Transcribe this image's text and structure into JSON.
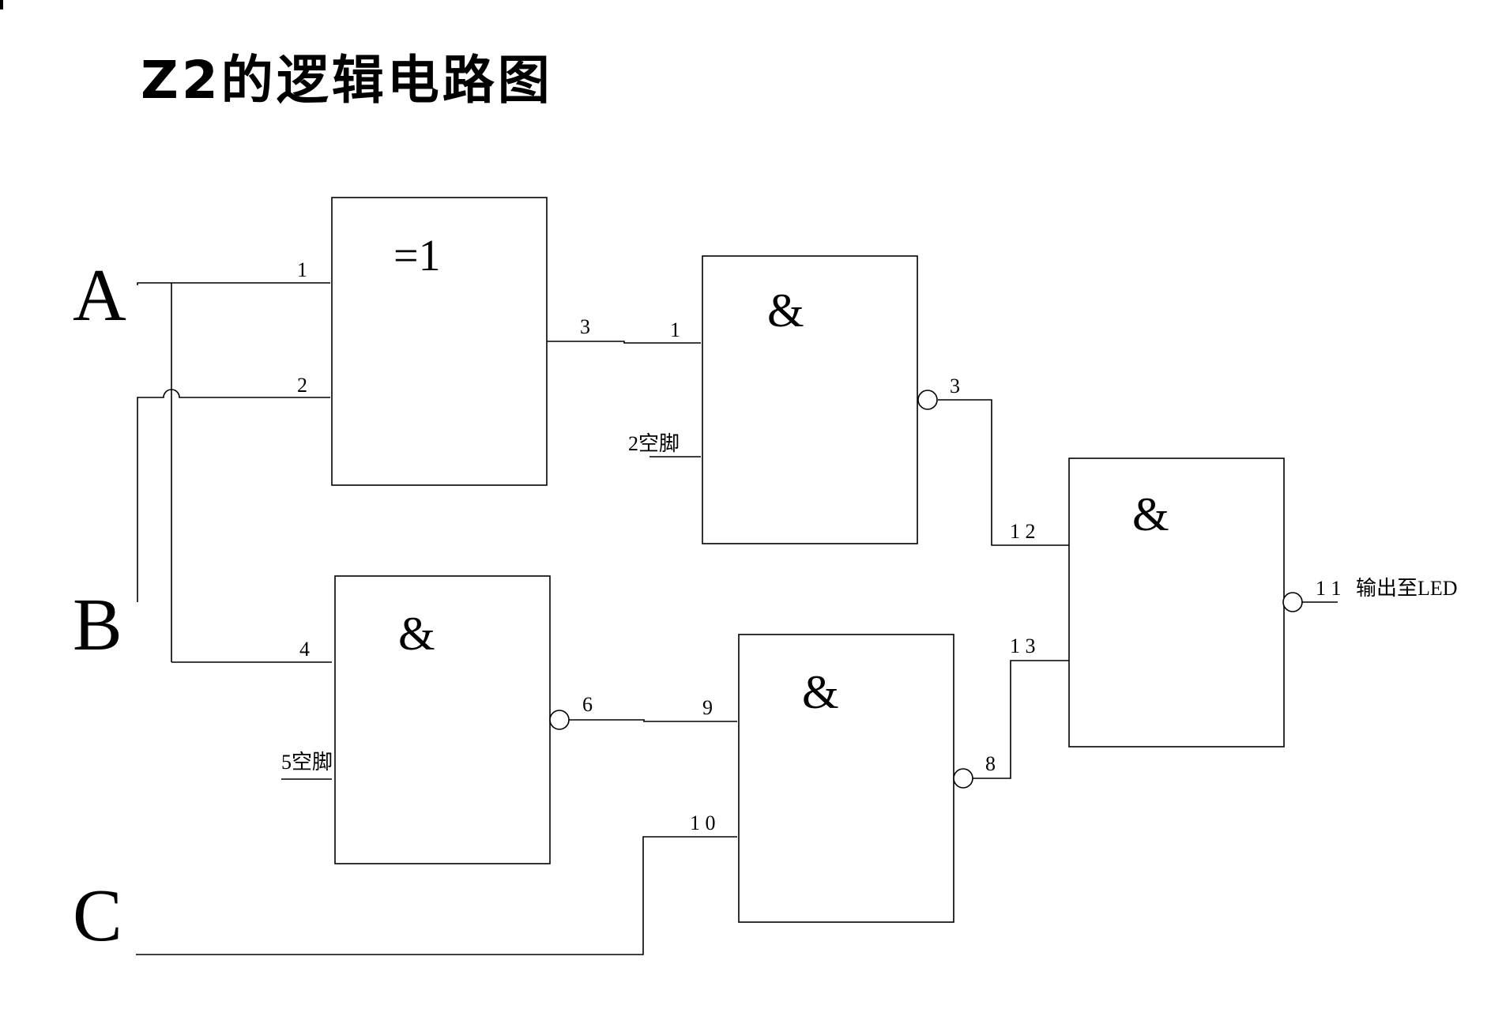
{
  "title": "Z2的逻辑电路图",
  "inputs": {
    "a": "A",
    "b": "B",
    "c": "C"
  },
  "gates": {
    "xor1": {
      "symbol": "=1"
    },
    "nand_top": {
      "symbol": "&"
    },
    "nand_final": {
      "symbol": "&"
    },
    "nand_mid": {
      "symbol": "&"
    },
    "nand_bottom": {
      "symbol": "&"
    }
  },
  "pins": {
    "xor1_in1": "1",
    "xor1_in2": "2",
    "xor1_out": "3",
    "nand_top_in1": "1",
    "nand_top_in2": "2空脚",
    "nand_top_out": "3",
    "nand_mid_in1": "4",
    "nand_mid_in2": "5空脚",
    "nand_mid_out": "6",
    "nand_bottom_in1": "9",
    "nand_bottom_in2": "1 0",
    "nand_bottom_out": "8",
    "nand_final_in1": "1 2",
    "nand_final_in2": "1 3",
    "nand_final_out": "1 1",
    "output_label": "输出至LED"
  }
}
